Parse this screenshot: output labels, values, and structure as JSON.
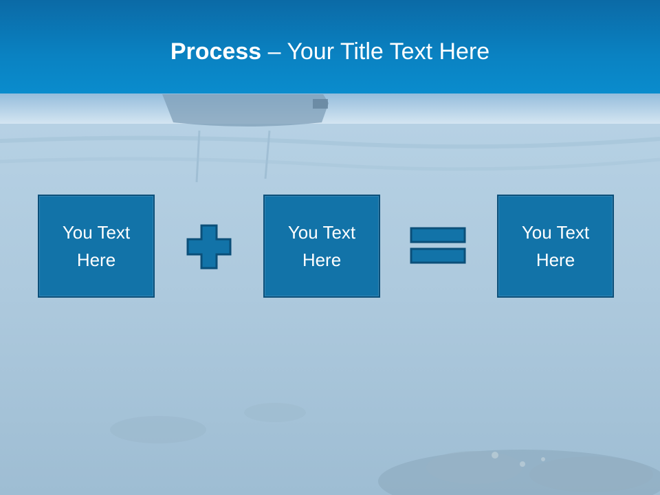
{
  "slide": {
    "title_bold": "Process",
    "title_rest": " – Your Title Text Here",
    "boxes": [
      {
        "label": "You Text Here"
      },
      {
        "label": "You Text Here"
      },
      {
        "label": "You Text Here"
      }
    ],
    "operators": [
      "plus-icon",
      "equals-icon"
    ]
  },
  "colors": {
    "header": "#0a82c2",
    "box_fill": "#1273a8",
    "box_border": "#0b4f79",
    "text": "#ffffff",
    "sea": "#a9c8dd"
  }
}
